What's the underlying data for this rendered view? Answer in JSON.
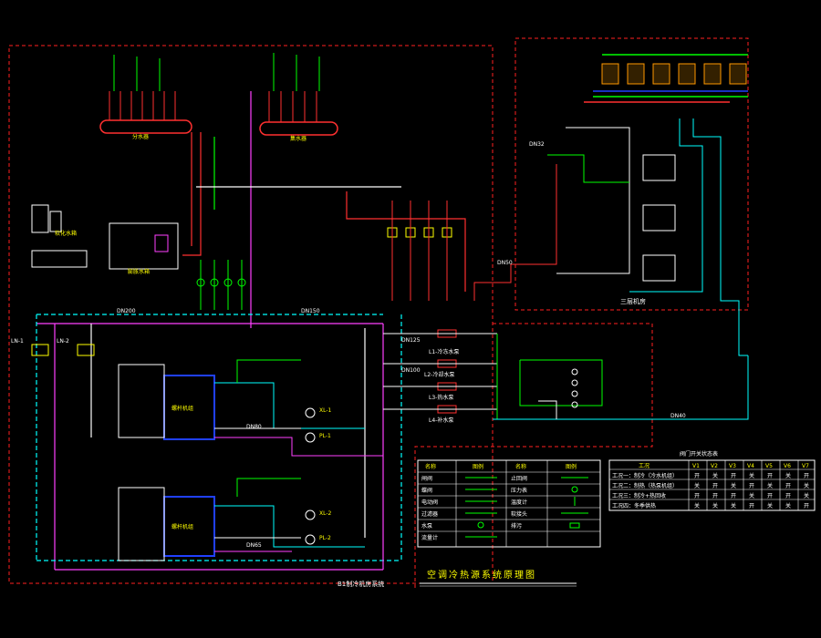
{
  "drawing": {
    "room_label_rooftop": "三层机房",
    "room_label_b1": "B1制冷机房系统",
    "sheet_title": "空调冷热源系统原理图",
    "legend_title": "阀门开关状态表",
    "colors": {
      "background": "#000000",
      "chilled_supply": "#ffffff",
      "cooling_water": "#00ffff",
      "hot_water": "#ff3030",
      "makeup": "#ff40ff",
      "ground_source": "#00ff00",
      "equipment": "#ffff00",
      "boundary": "#ff2020",
      "chiller_body": "#2040ff"
    }
  },
  "equipment_labels": {
    "manifold_left": "分水器",
    "manifold_right": "集水器",
    "softener": "软化水箱",
    "expansion": "膨胀水箱",
    "lp1": "LN-1",
    "lp2": "LN-2",
    "pump_l1": "L1-冷冻水泵",
    "pump_l2": "L2-冷却水泵",
    "pump_l3": "L3-热水泵",
    "pump_l4": "L4-补水泵",
    "pump_xl1": "XL-1",
    "pump_pl1": "PL-1",
    "pump_xl2": "XL-2",
    "pump_pl2": "PL-2",
    "chiller_a": "螺杆机组",
    "chiller_b": "螺杆机组"
  },
  "pipe_tags": [
    "DN200",
    "DN150",
    "DN125",
    "DN100",
    "DN80",
    "DN65",
    "DN50",
    "DN40",
    "DN32"
  ],
  "legend": {
    "headers": [
      "名称",
      "图例",
      "名称",
      "图例"
    ],
    "rows": [
      [
        "闸阀",
        "",
        "止回阀",
        ""
      ],
      [
        "蝶阀",
        "",
        "压力表",
        ""
      ],
      [
        "电动阀",
        "",
        "温度计",
        ""
      ],
      [
        "过滤器",
        "",
        "软接头",
        ""
      ],
      [
        "水泵",
        "",
        "排污",
        ""
      ],
      [
        "流量计",
        "",
        "",
        ""
      ]
    ]
  },
  "valve_table": {
    "headers": [
      "工况",
      "V1",
      "V2",
      "V3",
      "V4",
      "V5",
      "V6",
      "V7"
    ],
    "rows": [
      [
        "工况一：制冷（冷水机组）",
        "开",
        "关",
        "开",
        "关",
        "开",
        "关",
        "开"
      ],
      [
        "工况二：制热（热泵机组）",
        "关",
        "开",
        "关",
        "开",
        "关",
        "开",
        "关"
      ],
      [
        "工况三：制冷+热回收",
        "开",
        "开",
        "开",
        "关",
        "开",
        "开",
        "关"
      ],
      [
        "工况四：冬季供热",
        "关",
        "关",
        "关",
        "开",
        "关",
        "关",
        "开"
      ]
    ]
  }
}
